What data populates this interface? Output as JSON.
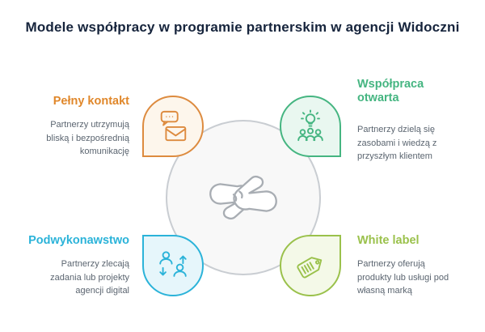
{
  "title": "Modele współpracy w programie partnerskim w agencji Widoczni",
  "center": {
    "illustration": "hands-teamwork",
    "circle_fill": "#f8f8f8",
    "circle_border": "#c9cdd2"
  },
  "items": [
    {
      "heading": "Pełny kontakt",
      "body": "Partnerzy utrzymują bliską i bezpośrednią komunikację",
      "accent": "#dd8b3f",
      "icon": "chat-envelope-icon"
    },
    {
      "heading": "Współpraca otwarta",
      "body": "Partnerzy dzielą się zasobami i wiedzą z przyszłym klientem",
      "accent": "#45b581",
      "icon": "lightbulb-team-icon"
    },
    {
      "heading": "Podwykonawstwo",
      "body": "Partnerzy zlecają zadania lub projekty agencji digital",
      "accent": "#2bb3d9",
      "icon": "people-exchange-icon"
    },
    {
      "heading": "White label",
      "body": "Partnerzy oferują produkty lub usługi pod własną marką",
      "accent": "#9ac14b",
      "icon": "price-tag-icon"
    }
  ]
}
